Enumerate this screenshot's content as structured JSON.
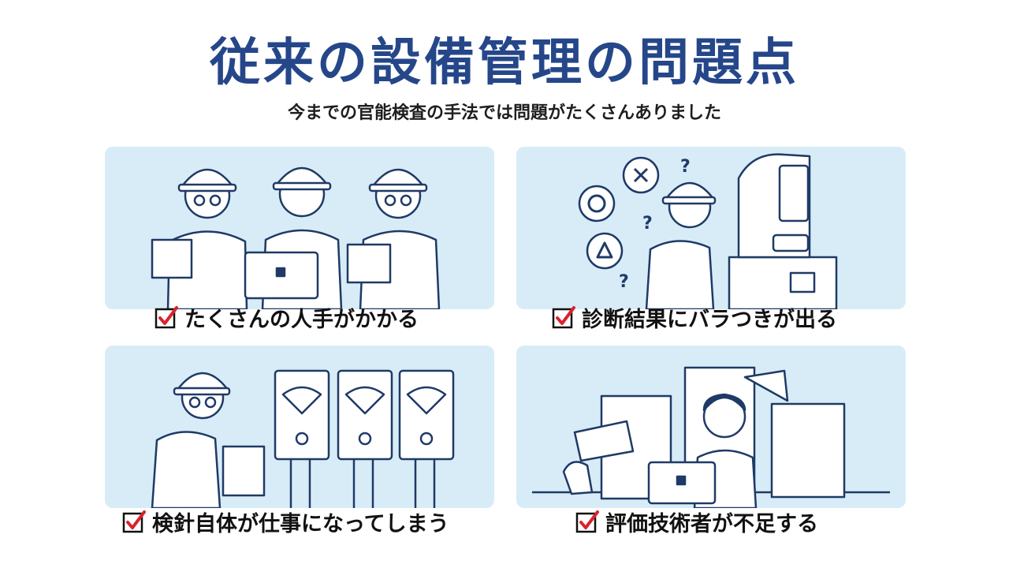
{
  "page": {
    "title": "従来の設備管理の問題点",
    "subtitle": "今までの官能検査の手法では問題がたくさんありました"
  },
  "panels": [
    {
      "caption": "たくさんの人手がかかる",
      "icon": "check-icon"
    },
    {
      "caption": "診断結果にバラつきが出る",
      "icon": "check-icon",
      "bubbles": [
        "?",
        "?",
        "?"
      ]
    },
    {
      "caption": "検針自体が仕事になってしまう",
      "icon": "check-icon"
    },
    {
      "caption": "評価技術者が不足する",
      "icon": "check-icon"
    }
  ],
  "colors": {
    "title": "#25478a",
    "panel_bg": "#d8ecf8",
    "line": "#1f3a66",
    "check_mark": "#d9232d"
  }
}
